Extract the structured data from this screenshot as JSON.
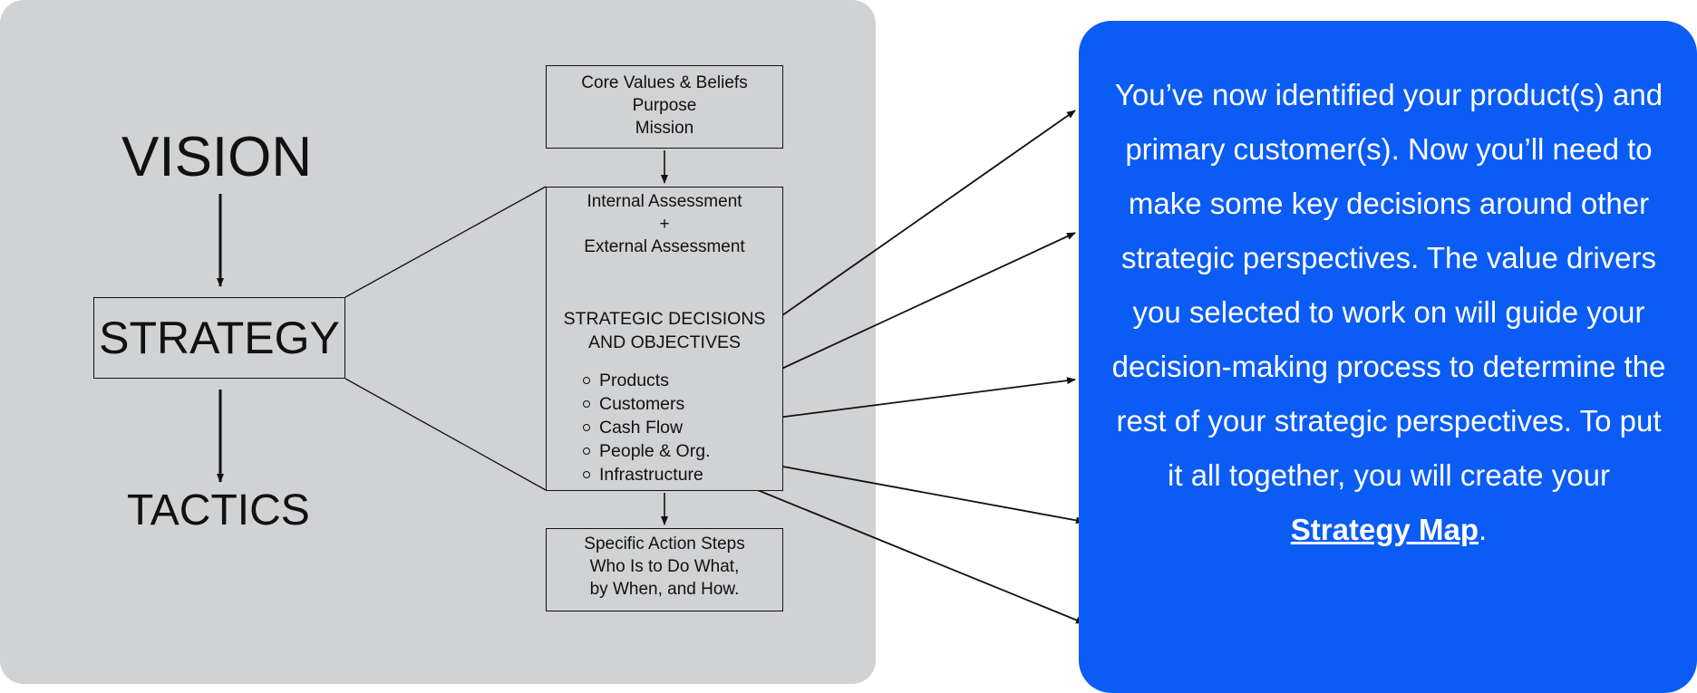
{
  "diagram": {
    "vision": "VISION",
    "strategy": "STRATEGY",
    "tactics": "TACTICS",
    "core_box": [
      "Core Values & Beliefs",
      "Purpose",
      "Mission"
    ],
    "assessment": [
      "Internal Assessment",
      "+",
      "External Assessment"
    ],
    "decisions": [
      "STRATEGIC DECISIONS",
      "AND OBJECTIVES"
    ],
    "items": [
      "Products",
      "Customers",
      "Cash Flow",
      "People & Org.",
      "Infrastructure"
    ],
    "action_box": [
      "Specific Action Steps",
      "Who Is to Do What,",
      "by When, and How."
    ]
  },
  "card": {
    "text": "You’ve now identified your product(s) and primary customer(s). Now you’ll need to make some key decisions around other strategic perspectives. The value drivers you selected to work on will guide your decision-making process to determine the rest of your strategic perspectives. To put it all together, you will create your ",
    "link_label": "Strategy Map",
    "end": ".",
    "background": "#0b5cf5"
  }
}
